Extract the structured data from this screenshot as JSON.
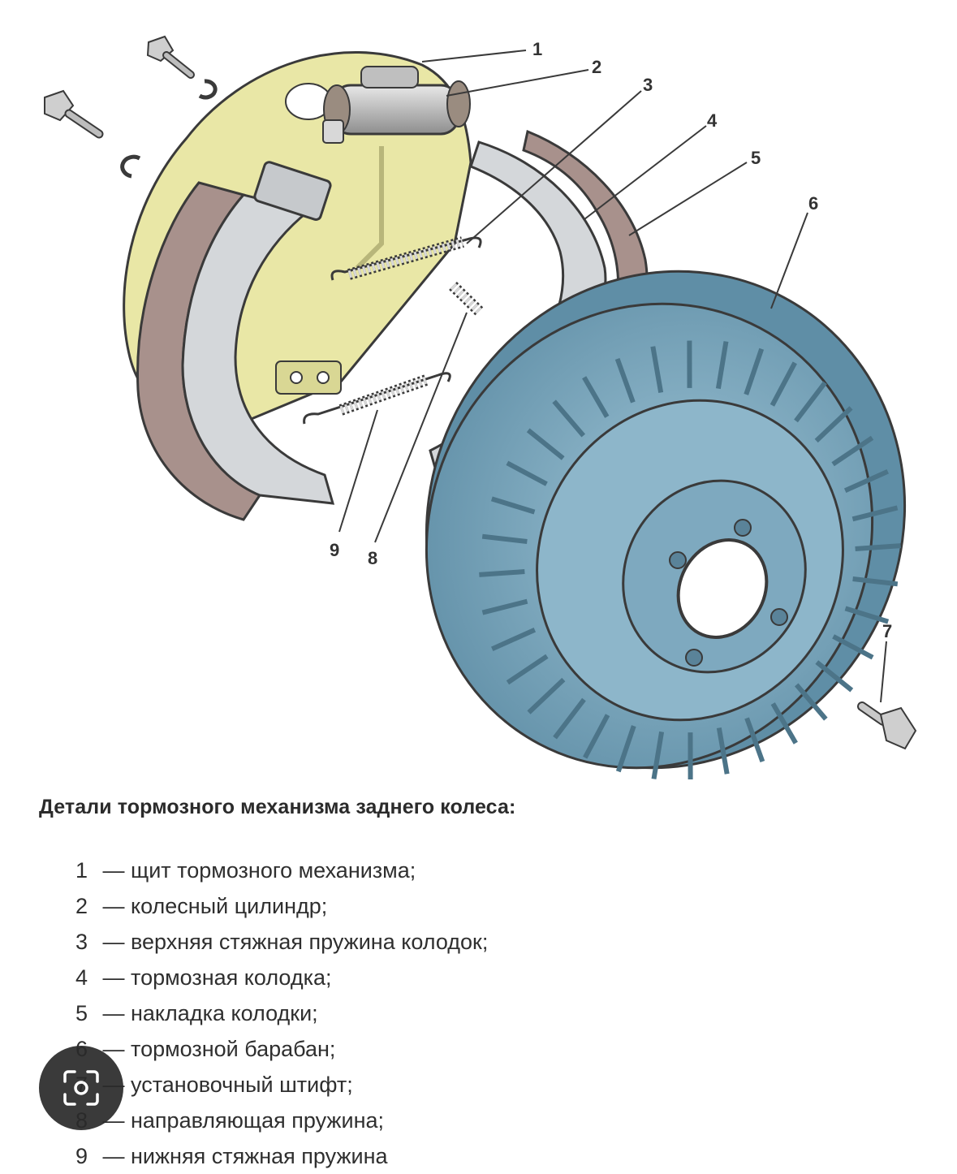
{
  "diagram": {
    "callouts": [
      "1",
      "2",
      "3",
      "4",
      "5",
      "6",
      "7",
      "8",
      "9"
    ]
  },
  "caption": {
    "title": "Детали тормозного механизма заднего колеса:",
    "items": [
      {
        "num": "1",
        "text": " — щит тормозного механизма;"
      },
      {
        "num": "2",
        "text": " — колесный цилиндр;"
      },
      {
        "num": "3",
        "text": " — верхняя стяжная пружина колодок;"
      },
      {
        "num": "4",
        "text": " — тормозная колодка;"
      },
      {
        "num": "5",
        "text": " — накладка колодки;"
      },
      {
        "num": "6",
        "text": " — тормозной барабан;"
      },
      {
        "num": "7",
        "text": " — установочный штифт;"
      },
      {
        "num": "8",
        "text": " — направляющая пружина;"
      },
      {
        "num": "9",
        "text": " — нижняя стяжная пружина"
      }
    ]
  },
  "colors": {
    "backing_plate": "#e9e7a6",
    "drum": "#7ea9bf",
    "shoe": "#d4d7da",
    "lining": "#a8918c",
    "outline": "#3a3a3a"
  },
  "overlay": {
    "icon": "lens-search-icon"
  }
}
